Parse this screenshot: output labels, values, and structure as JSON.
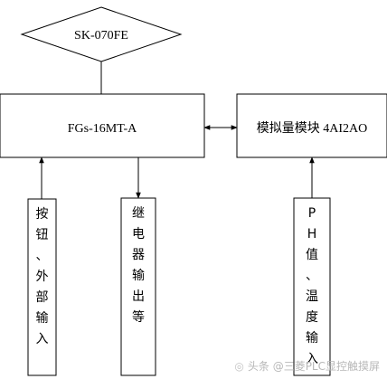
{
  "nodes": {
    "hmi": "SK-070FE",
    "plc": "FGs-16MT-A",
    "analog_module": "模拟量模块 4AI2AO",
    "inputs": "按钮、外部输入",
    "outputs": "继电器输出等",
    "sensors": "PH值、温度输入"
  },
  "watermark": {
    "icon": "toutiao-logo-icon",
    "text": "头条 @三菱PLC显控触摸屏"
  }
}
